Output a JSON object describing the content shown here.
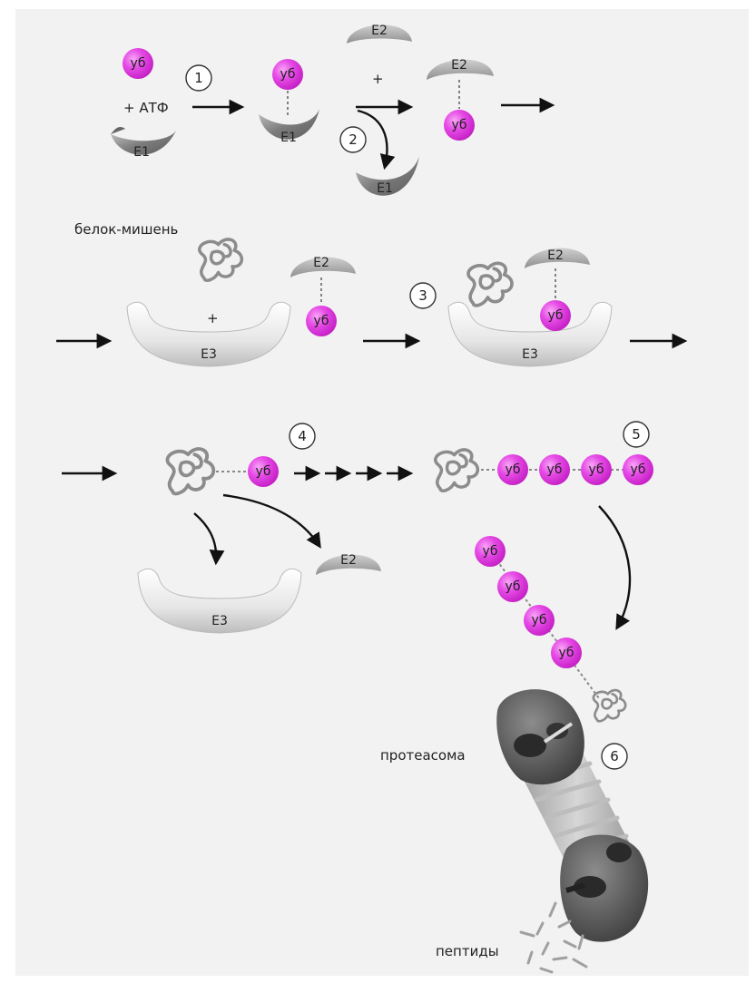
{
  "labels": {
    "ub": "уб",
    "atp": "+ АТФ",
    "plus": "+",
    "e1": "E1",
    "e2": "E2",
    "e3": "E3",
    "target_protein": "белок-мишень",
    "proteasome": "протеасома",
    "peptides": "пептиды"
  },
  "steps": [
    "1",
    "2",
    "3",
    "4",
    "5",
    "6"
  ],
  "colors": {
    "ubiquitin": "#e236e2",
    "ubiquitin_highlight": "#f7a6f5",
    "e1": "#8a8a8a",
    "e2": "#a6a6a6",
    "e3": "#e8e8e8",
    "proteasome": "#5e5e5e",
    "panel": "#f2f2f2"
  }
}
